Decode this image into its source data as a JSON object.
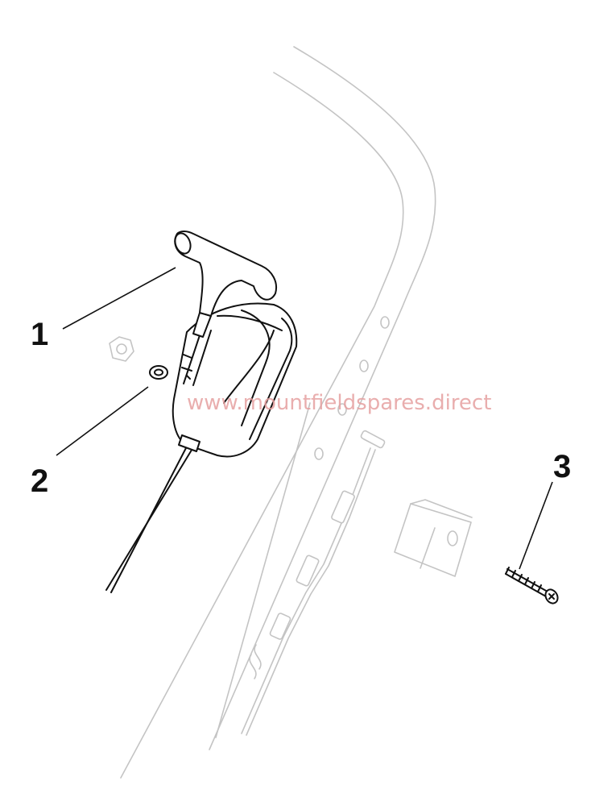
{
  "callouts": [
    {
      "id": "1",
      "label": "1"
    },
    {
      "id": "2",
      "label": "2"
    },
    {
      "id": "3",
      "label": "3"
    }
  ],
  "watermark": "www.mountfieldspares.direct",
  "colors": {
    "ink": "#111111",
    "ghost": "#c4c4c4",
    "watermark": "#e6a0a0",
    "background": "#ffffff"
  }
}
